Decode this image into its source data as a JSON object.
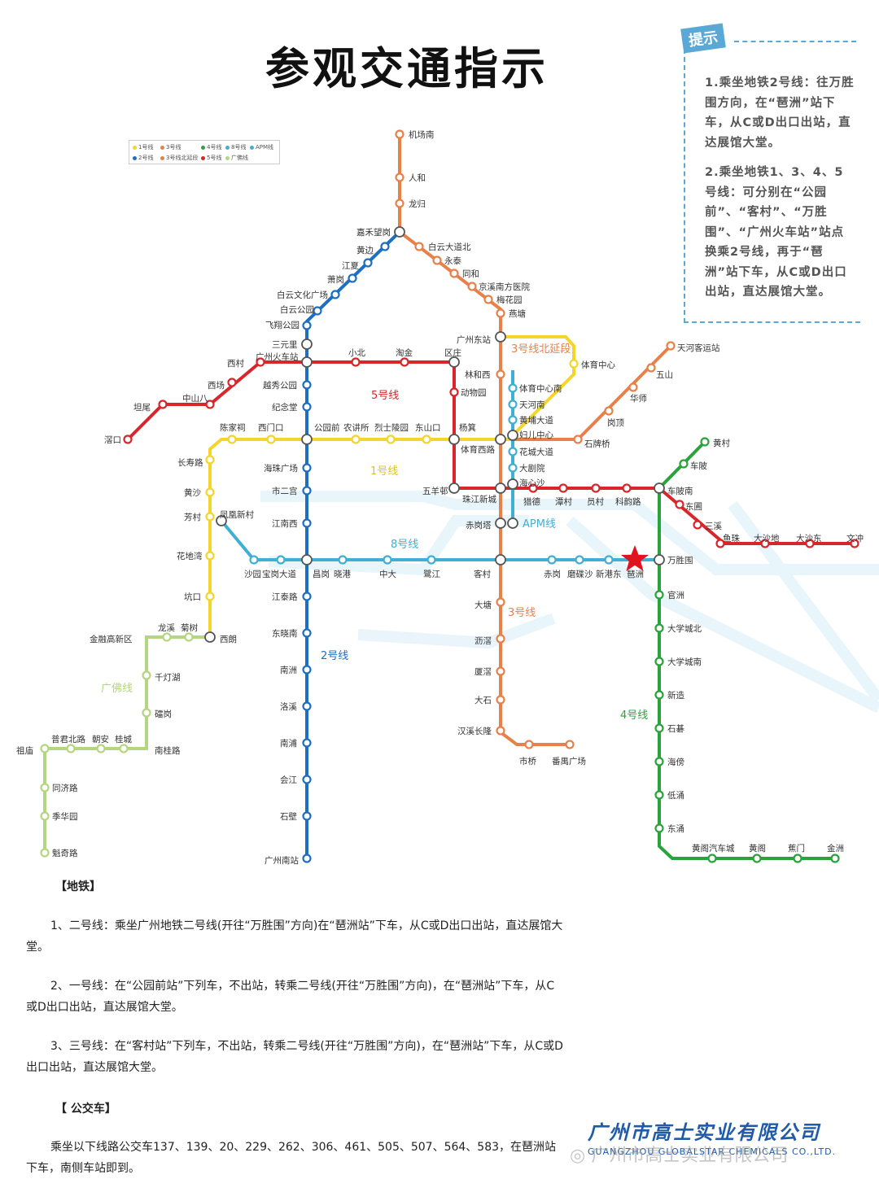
{
  "title": "参观交通指示",
  "tips": {
    "heading": "提示",
    "tip1": "1.乘坐地铁2号线：往万胜围方向，在“琶洲”站下车，从C或D出口出站，直达展馆大堂。",
    "tip2": "2.乘坐地铁1、3、4、5号线：可分别在“公园前”、“客村”、“万胜围”、“广州火车站”站点换乘2号线，再于“琶洲”站下车，从C或D出口出站，直达展馆大堂。"
  },
  "legend": {
    "l1": "1号线",
    "l3": "3号线",
    "l4": "4号线",
    "l8": "8号线",
    "apm": "APM线",
    "l2": "2号线",
    "l3n": "3号线北延段",
    "l5": "5号线",
    "gf": "广佛线"
  },
  "colors": {
    "line1": "#f3d52c",
    "line2": "#1d6fc4",
    "line3": "#e8804a",
    "line4": "#2aa33b",
    "line5": "#d9262a",
    "line8": "#3fb0d3",
    "apm": "#3fb0d3",
    "gf": "#b5d681"
  },
  "line_labels": {
    "line1": "1号线",
    "line2": "2号线",
    "line3": "3号线",
    "line3n": "3号线北延段",
    "line4": "4号线",
    "line5": "5号线",
    "line8": "8号线",
    "apm": "APM线",
    "gf": "广佛线"
  },
  "stations": {
    "jichangnan": "机场南",
    "renhe": "人和",
    "longgui": "龙归",
    "jiahewangang": "嘉禾望岗",
    "baiyundadaobei": "白云大道北",
    "yongtai": "永泰",
    "tonghe": "同和",
    "jingxi": "京溪南方医院",
    "meihuayuan": "梅花园",
    "yantang": "燕塘",
    "guangzhoudongzhan": "广州东站",
    "huangbian": "黄边",
    "jiangxia": "江夏",
    "xiaogang": "萧岗",
    "baiyunwenhua": "白云文化广场",
    "baiyungongyuan": "白云公园",
    "feixiang": "飞翔公园",
    "sanyuanli": "三元里",
    "huochezhan": "广州火车站",
    "yuexiu": "越秀公园",
    "jinianttang": "纪念堂",
    "gongyuanqian": "公园前",
    "haizhuguangchang": "海珠广场",
    "shiergong": "市二宫",
    "jiangnanxi": "江南西",
    "changgang": "昌岗",
    "jiangtailu": "江泰路",
    "dongxiaonan": "东晓南",
    "nanzhou": "南洲",
    "luoxi": "洛溪",
    "nanpu": "南浦",
    "huijiang": "会江",
    "shibi": "石壁",
    "guangzhounan": "广州南站",
    "jiaokou": "滘口",
    "tanwei": "坦尾",
    "zhongshanba": "中山八",
    "xichang": "西场",
    "xicun": "西村",
    "xiaobei": "小北",
    "taojin": "淘金",
    "ouzhuang": "区庄",
    "dongwuyuan": "动物园",
    "yangji": "杨箕",
    "wuyangcun": "五羊邨",
    "zhujiangxincheng": "珠江新城",
    "liede": "猎德",
    "tancun": "潭村",
    "yuancun": "员村",
    "kecun5": "科韵路",
    "chebeinan": "车陂南",
    "dongpu": "东圃",
    "sanxi": "三溪",
    "yuzhu": "鱼珠",
    "dashadi": "大沙地",
    "dashadong": "大沙东",
    "wenchong": "文冲",
    "xilang": "西朗",
    "kengkou": "坑口",
    "huadiwan": "花地湾",
    "fangcun": "芳村",
    "huangsha": "黄沙",
    "changshou": "长寿路",
    "chenjiaci": "陈家祠",
    "ximenkou": "西门口",
    "nongjiangsuo": "农讲所",
    "lieshi": "烈士陵园",
    "dongshankou": "东山口",
    "tiyuxilu": "体育西路",
    "tiyuzhongxin": "体育中心",
    "linhexi": "林和西",
    "tiyuzhongxinnan": "体育中心南",
    "tianhenan": "天河南",
    "huangpudadao": "黄埔大道",
    "furuzhongxin": "妇儿中心",
    "huachengdadao": "花城大道",
    "dajuyuan": "大剧院",
    "haixinsha": "海心沙",
    "chigangta": "赤岗塔",
    "shipaiqiao": "石牌桥",
    "gangding": "岗顶",
    "huashi": "华师",
    "wushan": "五山",
    "tianhekeyun": "天河客运站",
    "fenghuangxincun": "凤凰新村",
    "shayuan": "沙园",
    "baogang": "宝岗大道",
    "xiaogang8": "晓港",
    "zhongda": "中大",
    "lujiang": "鹭江",
    "kecun": "客村",
    "chigang": "赤岗",
    "mocheisha": "磨碟沙",
    "xingangdong": "新港东",
    "pazhou": "琶洲",
    "wanshengwei": "万胜围",
    "dashi": "大塘",
    "lijiao": "沥滘",
    "xiajiao": "厦滘",
    "dashi2": "大石",
    "hanxi": "汉溪长隆",
    "shiqiao": "市桥",
    "panyu": "番禺广场",
    "huangcun": "黄村",
    "chebei": "车陂",
    "guanzhou": "官洲",
    "daxuechengbei": "大学城北",
    "daxuechengnan": "大学城南",
    "xinzao": "新造",
    "shibei": "石碁",
    "haibang": "海傍",
    "diyong": "低涌",
    "dongchong": "东涌",
    "huangge_auto": "黄阁汽车城",
    "huangge": "黄阁",
    "jiaomen": "蕉门",
    "jinzhou": "金洲",
    "longxi": "龙溪",
    "jushu": "菊树",
    "jinrong": "金融高新区",
    "qiandenghu": "千灯湖",
    "leigang": "礌岗",
    "nanguilu": "南桂路",
    "guicheng": "桂城",
    "chaoan": "朝安",
    "pujunbeilu": "普君北路",
    "zumiao": "祖庙",
    "tongjilu": "同济路",
    "jihuayuan": "季华园",
    "kuiqilu": "魁奇路"
  },
  "bottom": {
    "metro_heading": "【地铁】",
    "p1": "1、二号线：乘坐广州地铁二号线(开往“万胜围”方向)在“琶洲站”下车，从C或D出口出站，直达展馆大堂。",
    "p2": "2、一号线：在“公园前站”下列车，不出站，转乘二号线(开往“万胜围”方向)，在“琶洲站”下车，从C或D出口出站，直达展馆大堂。",
    "p3": "3、三号线：在“客村站”下列车，不出站，转乘二号线(开往“万胜围”方向)，在“琶洲站”下车，从C或D出口出站，直达展馆大堂。",
    "bus_heading": "【 公交车】",
    "p4": "乘坐以下线路公交车137、139、20、229、262、306、461、505、507、564、583，在琶洲站下车，南侧车站即到。"
  },
  "company": {
    "name_cn": "广州市高士实业有限公司",
    "name_en": "GUANGZHOU GLOBALSTAR CHEMICALS CO.,LTD.",
    "watermark": "广州市高士实业有限公司"
  }
}
